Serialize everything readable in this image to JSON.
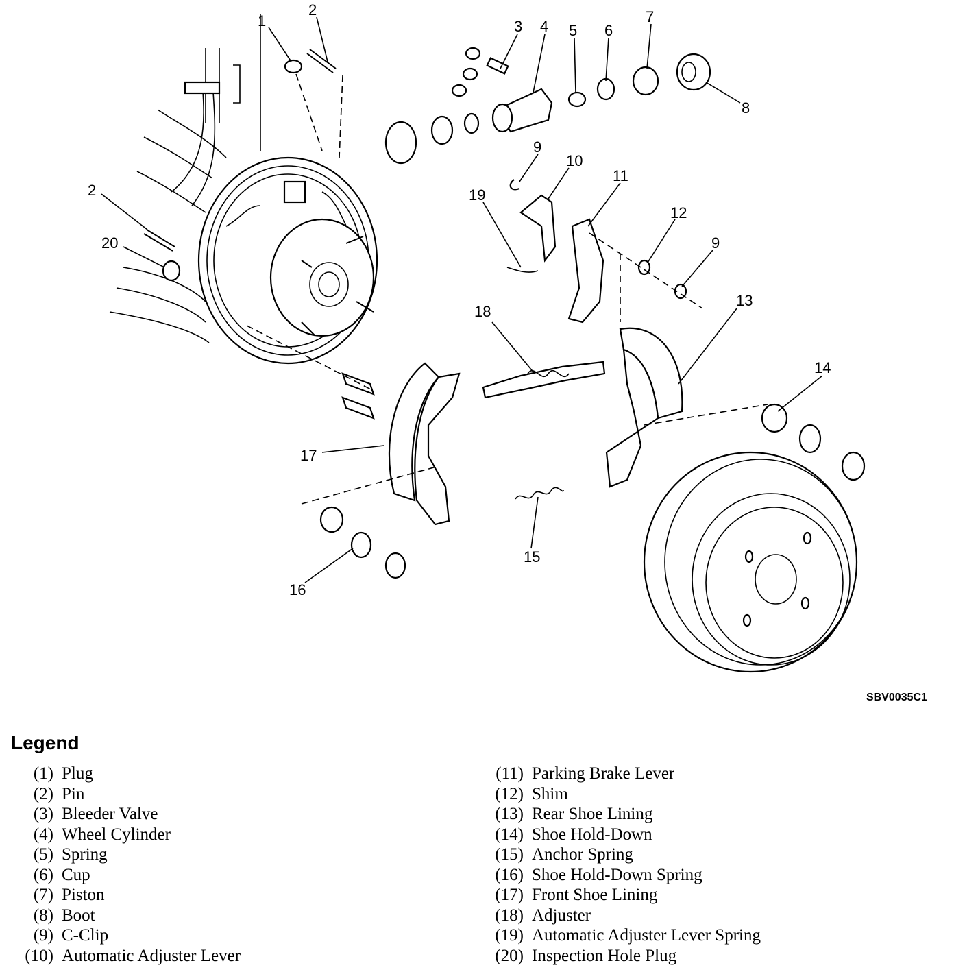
{
  "diagram": {
    "reference_code": "SBV0035C1",
    "callouts": [
      "1",
      "2",
      "3",
      "4",
      "5",
      "6",
      "7",
      "8",
      "9",
      "10",
      "11",
      "19",
      "2",
      "20",
      "12",
      "9",
      "18",
      "13",
      "14",
      "17",
      "15",
      "16"
    ]
  },
  "legend": {
    "title": "Legend",
    "items": [
      {
        "num": "(1)",
        "label": "Plug"
      },
      {
        "num": "(2)",
        "label": "Pin"
      },
      {
        "num": "(3)",
        "label": "Bleeder Valve"
      },
      {
        "num": "(4)",
        "label": "Wheel Cylinder"
      },
      {
        "num": "(5)",
        "label": "Spring"
      },
      {
        "num": "(6)",
        "label": "Cup"
      },
      {
        "num": "(7)",
        "label": "Piston"
      },
      {
        "num": "(8)",
        "label": "Boot"
      },
      {
        "num": "(9)",
        "label": "C-Clip"
      },
      {
        "num": "(10)",
        "label": "Automatic Adjuster Lever"
      },
      {
        "num": "(11)",
        "label": "Parking Brake Lever"
      },
      {
        "num": "(12)",
        "label": "Shim"
      },
      {
        "num": "(13)",
        "label": "Rear Shoe Lining"
      },
      {
        "num": "(14)",
        "label": "Shoe Hold-Down"
      },
      {
        "num": "(15)",
        "label": "Anchor Spring"
      },
      {
        "num": "(16)",
        "label": "Shoe Hold-Down Spring"
      },
      {
        "num": "(17)",
        "label": "Front Shoe Lining"
      },
      {
        "num": "(18)",
        "label": "Adjuster"
      },
      {
        "num": "(19)",
        "label": "Automatic Adjuster Lever Spring"
      },
      {
        "num": "(20)",
        "label": "Inspection Hole Plug"
      }
    ]
  }
}
